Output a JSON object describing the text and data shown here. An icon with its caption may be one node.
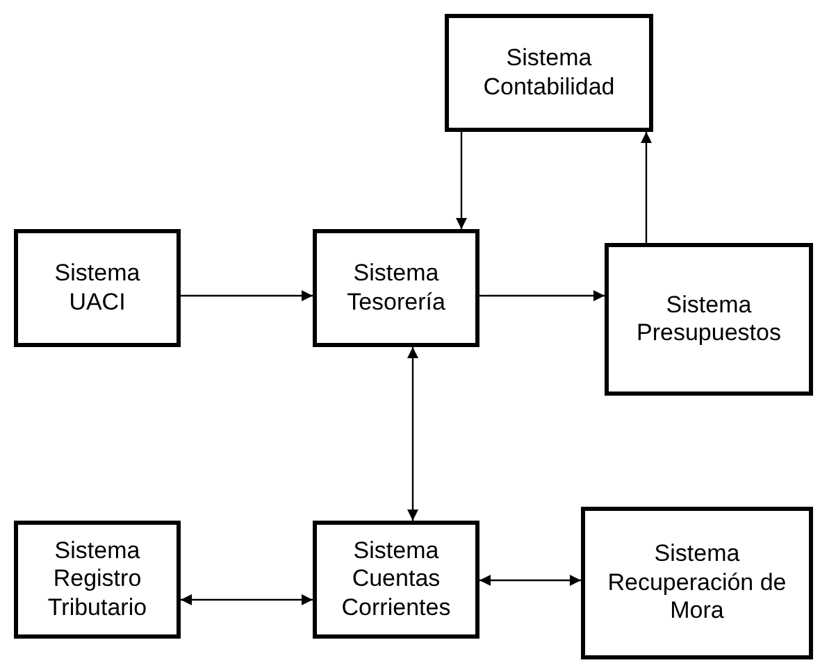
{
  "diagram": {
    "nodes": [
      {
        "text": [
          "Sistema Contabilidad"
        ]
      },
      {
        "text": [
          "Sistema UACI"
        ]
      },
      {
        "text": [
          "Sistema Tesorería"
        ]
      },
      {
        "text": [
          "Sistema Presupuestos"
        ]
      },
      {
        "text": [
          "Sistema Registro Tributario"
        ]
      },
      {
        "text": [
          "Sistema Cuentas Corrientes"
        ]
      },
      {
        "text": [
          "Sistema Recuperación de Mora"
        ]
      }
    ],
    "edges": [
      {
        "from": 0,
        "to": 2,
        "arrow": "to"
      },
      {
        "from": 3,
        "to": 0,
        "arrow": "to"
      },
      {
        "from": 1,
        "to": 2,
        "arrow": "to"
      },
      {
        "from": 2,
        "to": 3,
        "arrow": "to"
      },
      {
        "from": 2,
        "to": 5,
        "arrow": "both"
      },
      {
        "from": 4,
        "to": 5,
        "arrow": "both"
      },
      {
        "from": 5,
        "to": 6,
        "arrow": "both"
      }
    ]
  }
}
